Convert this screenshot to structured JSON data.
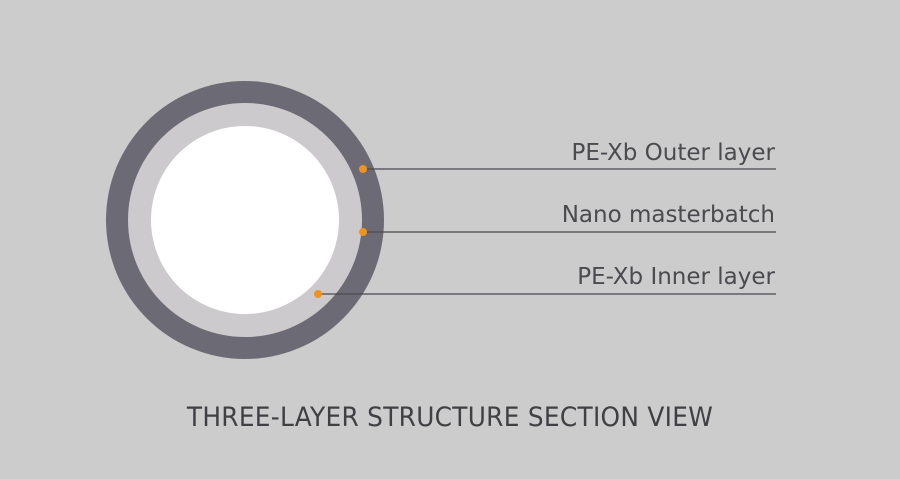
{
  "diagram": {
    "caption": "THREE-LAYER STRUCTURE SECTION VIEW",
    "colors": {
      "background": "#cbcccb",
      "outer_ring": "#6c6b75",
      "middle_ring": "#cdcacd",
      "inner_core": "#ffffff",
      "leader_line": "#4a4a4f",
      "marker_dot": "#f0931e",
      "label_text": "#4a4a4f"
    },
    "layers": [
      {
        "label": "PE-Xb Outer layer"
      },
      {
        "label": "Nano masterbatch"
      },
      {
        "label": "PE-Xb Inner layer"
      }
    ]
  }
}
